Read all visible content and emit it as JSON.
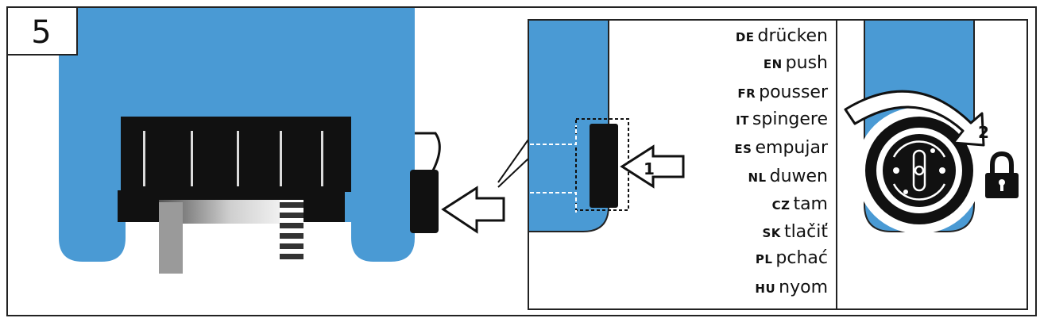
{
  "step_number": "5",
  "callouts": {
    "push_step": "1",
    "turn_step": "2"
  },
  "colors": {
    "blue": "#4a9ad4",
    "black": "#111111",
    "border": "#222222"
  },
  "icons": [
    "push-arrow-icon",
    "turn-arrow-icon",
    "padlock-icon"
  ],
  "translations": [
    {
      "code": "DE",
      "word": "drücken"
    },
    {
      "code": "EN",
      "word": "push"
    },
    {
      "code": "FR",
      "word": "pousser"
    },
    {
      "code": "IT",
      "word": "spingere"
    },
    {
      "code": "ES",
      "word": "empujar"
    },
    {
      "code": "NL",
      "word": "duwen"
    },
    {
      "code": "CZ",
      "word": "tam"
    },
    {
      "code": "SK",
      "word": "tlačiť"
    },
    {
      "code": "PL",
      "word": "pchać"
    },
    {
      "code": "HU",
      "word": "nyom"
    }
  ]
}
